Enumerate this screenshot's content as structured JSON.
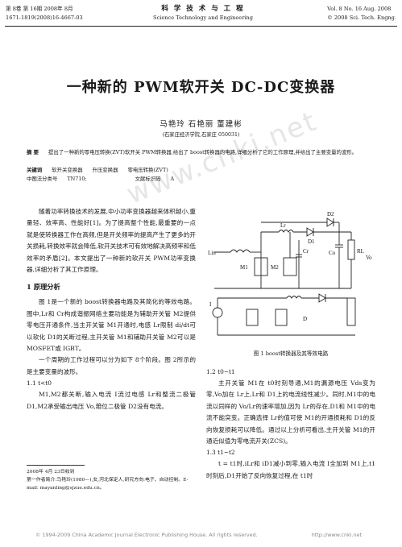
{
  "header": {
    "left_line1": "第 8卷 第 16期 2008年 8月",
    "left_line2": "1671-1819(2008)16-4667-03",
    "center_zh": "科 学 技 术 与 工 程",
    "center_en": "Science Technology and Engineering",
    "right_line1": "Vol. 8 No. 16 Aug. 2008",
    "right_line2": "© 2008 Sci. Tech. Engng."
  },
  "watermark": "www.cnki.net",
  "title": "一种新的 PWM软开关 DC-DC变换器",
  "authors": "马艳玲 石艳丽 董建彬",
  "affiliation": "(石家庄经济学院,石家庄 050031)",
  "abstract_label": "摘 要",
  "abstract_text": "提出了一种新的零电压转换(ZVT)软开关 PWM转换器,给出了 boost转换器的电路,详细分析了它的工作原理,并给出了主要变量的波形。",
  "keywords_label": "关键词",
  "keywords": [
    "软开关变换器",
    "升压变换器",
    "零电压转换(ZVT)"
  ],
  "clc_label": "中图法分类号",
  "clc_value": "TN710;",
  "doc_code_label": "文献标识码",
  "doc_code_value": "A",
  "intro": [
    "随着功率转换技术的发展,中小功率变换器越来体积越小,重量轻、效率高、性能好[1]。为了提高整个性能,最重要的一点就是使转换器工作在高频,但是开关频率的提高产生了更多的开关损耗,转换效率就会降低,软开关技术可有效地解决高频率和低效率的矛盾[2]。本文提出了一种新的软开关 PWM功率变换器,详细分析了其工作原理。"
  ],
  "section1_title": "1 原理分析",
  "section1_paras": [
    "图 1是一个新的 boost转换器电路及其简化的等效电路。图中,Lr和 Cr构成谐振网络主要功能是为辅助开关管 M2提供零电压开通条件,当主开关管 M1开通时,电感 Lr限制 di/dt可以软化 D1的关断过程,主开关管 M1和辅助开关管 M2可以是 MOSFET或 IGBT。",
    "一个周期的工作过程可以分为如下 8个阶段。图 2所示的是主要变量的波形。"
  ],
  "sub11_title": "1.1 t<t0",
  "sub11_para": "M1,M2都关断,输入电流 I流过电感 Lr和整流二极管 D1,M2承受输出电压 Vo,箝位二极管 D2没有电流。",
  "footnote": {
    "received": "2008年 4月 23日收到",
    "author_info": "第一作者简介:马艳玲(1980—),女,河北保定人,研究方向:电子、自动控制。E-mail: mayanling@sjzue.edu.cn。"
  },
  "figure": {
    "caption": "图 1 boost转换器及其等效电路",
    "labels": {
      "lin": "Lin",
      "lr": "Lr",
      "d1": "D1",
      "d2": "D2",
      "m1": "M1",
      "m2": "M2",
      "cr": "Cr",
      "co": "Co",
      "rl": "RL",
      "vo": "Vo",
      "i": "I",
      "d": "D"
    }
  },
  "sub12_title": "1.2 t0~t1",
  "sub12_para": "主开关管 M1在 t0时刻导通,M1的漏源电压 Vds变为零,Vo加在 Lr上,Lr和 D1上的电流线性减少。同时,M1中的电流以同样的 Vo/Lr的速率增加,因为 Lr的存在,D1和 M1中的电流不能突变。正确选择 Lr的值可使 M1的开通损耗和 D1的反向恢复损耗可以降低。通过以上分析可看出,主开关管 M1的开通近似值为零电流开关(ZCS)。",
  "sub13_title": "1.3 t1~t2",
  "sub13_para": "t = t1时,iLr和 iD1减小到零,输入电流 I全加到 M1上,t1时刻后,D1开始了反向恢复过程,在 t1时",
  "footer_left": "© 1994-2009 China Academic Journal Electronic Publishing House. All rights reserved.",
  "footer_right": "http://www.cnki.net"
}
